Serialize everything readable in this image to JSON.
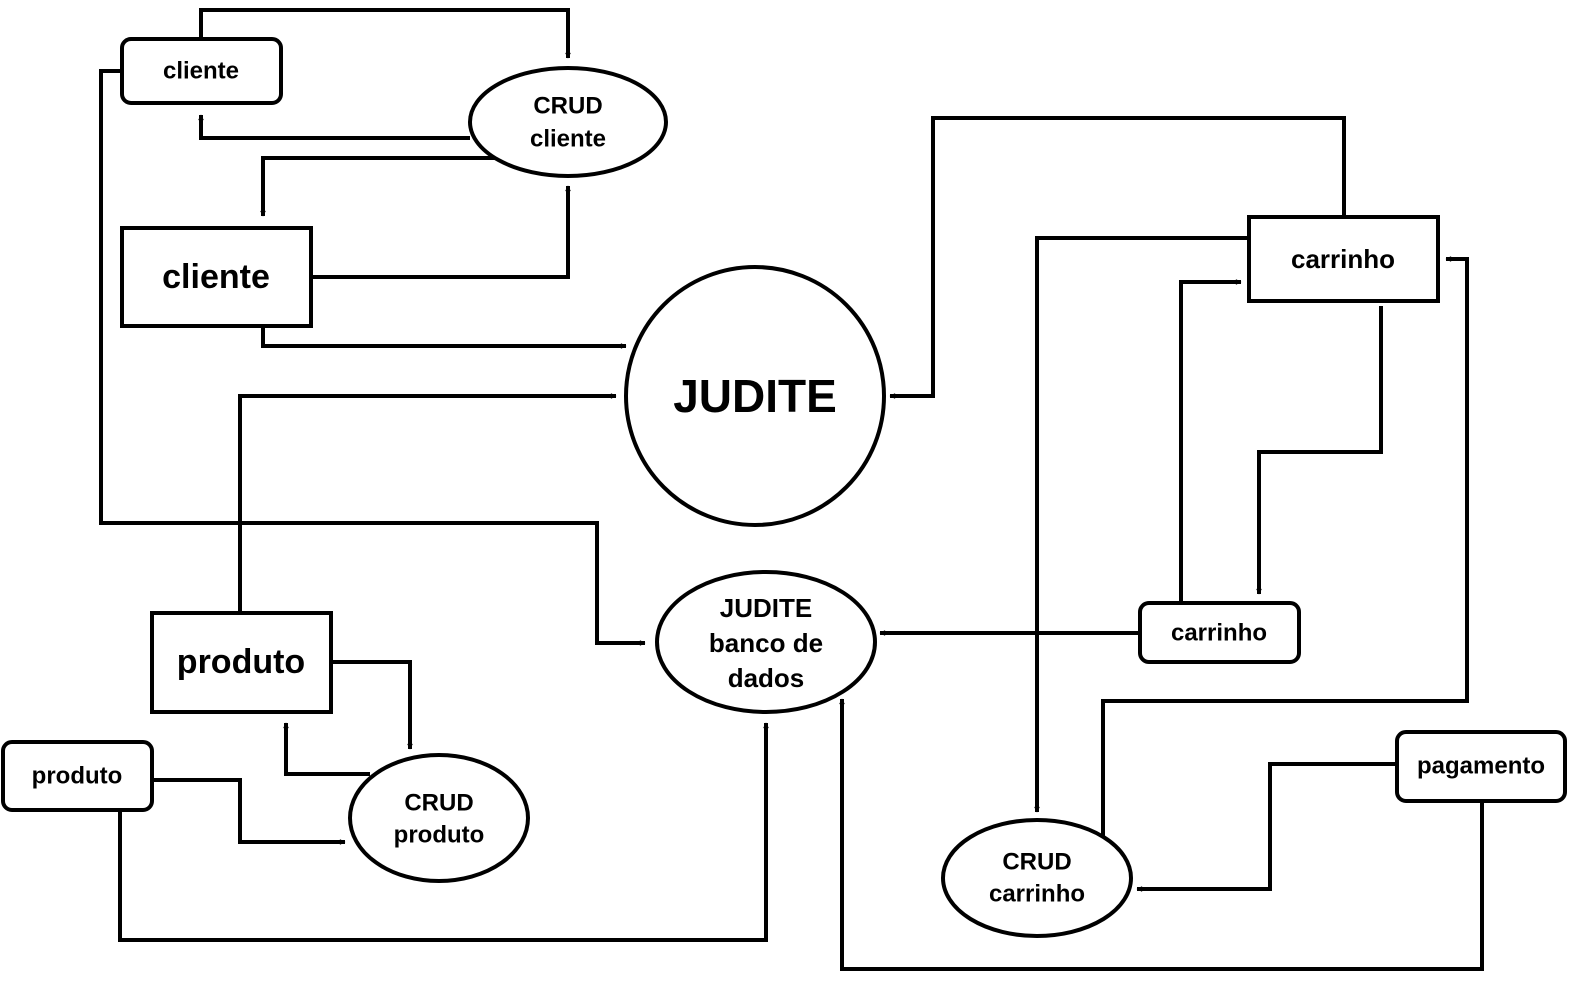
{
  "diagram": {
    "center": "JUDITE",
    "database": [
      "JUDITE",
      "banco de",
      "dados"
    ],
    "entities": {
      "cliente_main": "cliente",
      "produto_main": "produto",
      "carrinho_main": "carrinho"
    },
    "stores": {
      "cliente_store": "cliente",
      "produto_store": "produto",
      "carrinho_store": "carrinho",
      "pagamento_store": "pagamento"
    },
    "processes": {
      "crud_cliente": [
        "CRUD",
        "cliente"
      ],
      "crud_produto": [
        "CRUD",
        "produto"
      ],
      "crud_carrinho": [
        "CRUD",
        "carrinho"
      ]
    }
  }
}
